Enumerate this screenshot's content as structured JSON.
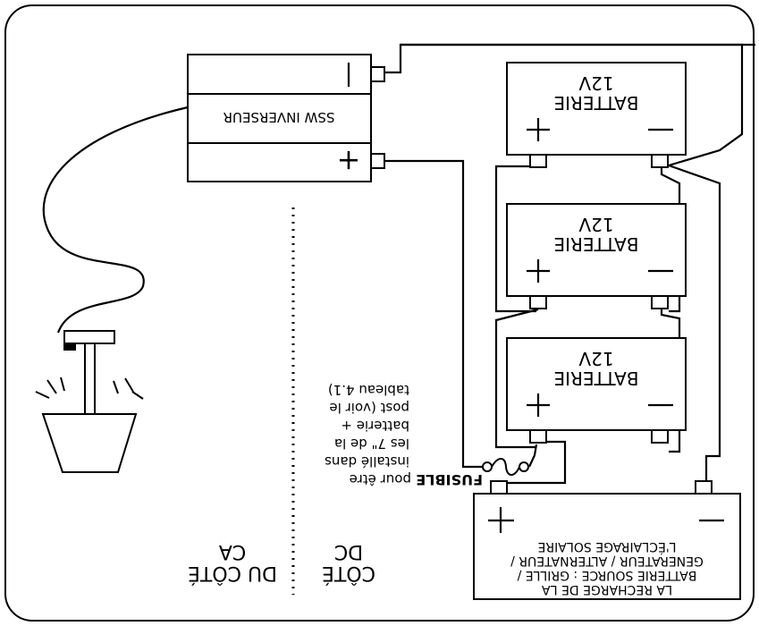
{
  "inverter": {
    "label": "SSW INVERSEUR",
    "neg_symbol": "—",
    "pos_symbol": "+"
  },
  "batteries": [
    {
      "line1": "BATTERIE",
      "line2": "12V",
      "pos": "+",
      "neg": "—"
    },
    {
      "line1": "BATTERIE",
      "line2": "12V",
      "pos": "+",
      "neg": "—"
    },
    {
      "line1": "BATTERIE",
      "line2": "12V",
      "pos": "+",
      "neg": "—"
    }
  ],
  "charger": {
    "lines": [
      "LA RECHARGE DE LA",
      "BATTERIE SOURCE : GRILLE /",
      "GENERATEUR / ALTERNATEUR /",
      "L'ÉCLAIRAGE SOLAIRE"
    ],
    "pos": "+",
    "neg": "—"
  },
  "fuse": {
    "title": "FUSIBLE",
    "note_lines": [
      "pour être",
      "installé dans",
      "les 7\" de la",
      "batterie +",
      "post (voir le",
      "tableau 4.1)"
    ]
  },
  "sides": {
    "dc": [
      "CÔTÉ",
      "DC"
    ],
    "ac": [
      "DU CÔTÉ",
      "CA"
    ]
  }
}
